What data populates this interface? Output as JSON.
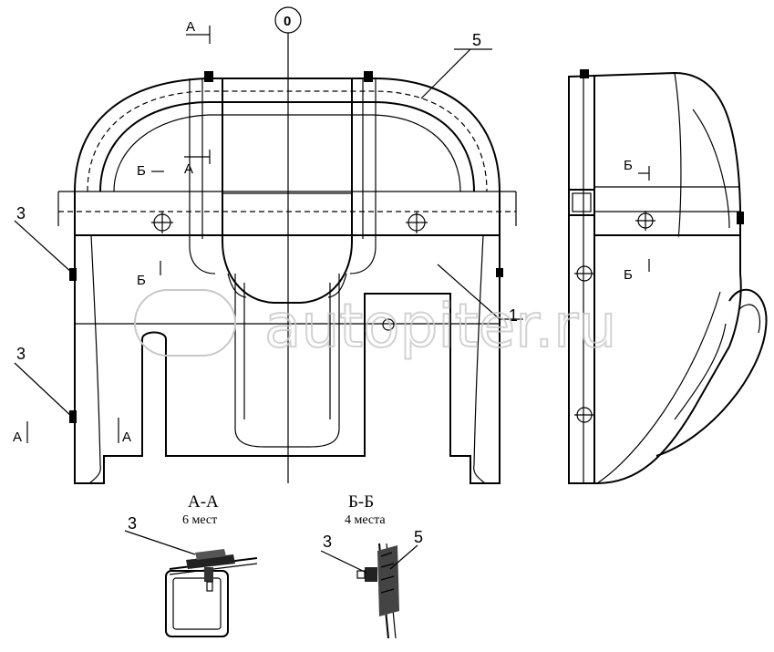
{
  "drawing": {
    "axis_marker": "0",
    "callouts": {
      "c1": "1",
      "c3a": "3",
      "c3b": "3",
      "c5": "5",
      "c3_aa": "3",
      "c3_bb": "3",
      "c5_bb": "5"
    },
    "section_marks": {
      "a_top": "А",
      "a_mid": "А",
      "a_left": "А",
      "a_right": "А",
      "b_left1": "Б",
      "b_left2": "Б",
      "b_side1": "Б",
      "b_side2": "Б"
    },
    "sections": [
      {
        "title": "А-А",
        "note": "6 мест"
      },
      {
        "title": "Б-Б",
        "note": "4 места"
      }
    ]
  },
  "watermark": "autopiter.ru"
}
